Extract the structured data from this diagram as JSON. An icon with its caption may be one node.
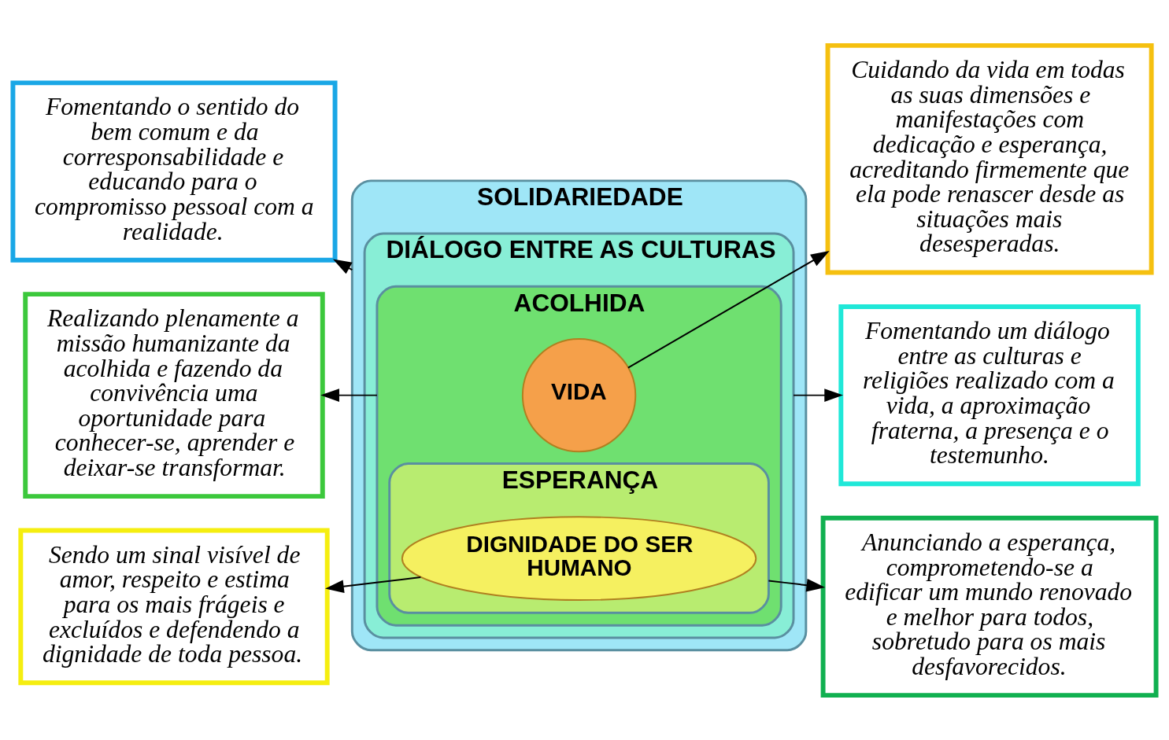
{
  "diagram": {
    "nodes": [
      {
        "text": [
          "Fomentando o sentido do bem comum e da corresponsabilidade e educando para o compromisso pessoal com a realidade."
        ]
      },
      {
        "text": [
          "SOLIDARIEDADE"
        ]
      },
      {
        "text": [
          "DIÁLOGO ENTRE AS CULTURAS"
        ],
        "in": 1
      },
      {
        "text": [
          "ACOLHIDA"
        ],
        "in": 2
      },
      {
        "text": [
          "ESPERANÇA"
        ],
        "in": 3
      },
      {
        "text": [
          "DIGNIDADE DO SER HUMANO"
        ],
        "in": 4
      },
      {
        "text": [
          "VIDA"
        ],
        "in": 3
      },
      {
        "text": [
          "Fomentando um diálogo entre as culturas e religiões realizado com a vida, a aproximação fraterna, a presença e o testemunho."
        ]
      },
      {
        "text": [
          "Realizando plenamente a missão humanizante da acolhida e fazendo da convivência uma oportunidade para conhecer-se, aprender e deixar-se transformar."
        ]
      },
      {
        "text": [
          "Anunciando a esperança, comprometendo-se a edificar um mundo renovado e melhor para todos, sobretudo para os mais desfavorecidos."
        ]
      },
      {
        "text": [
          "Sendo um sinal visível de amor, respeito e estima para os mais frágeis e excluídos e defendendo a dignidade de toda pessoa."
        ]
      },
      {
        "text": [
          "Cuidando da vida em todas as suas dimensões e manifestações com dedicação e esperança, acreditando firmemente que ela pode renascer desde as situações mais desesperadas."
        ]
      }
    ],
    "edges": [
      {
        "from": 1,
        "to": 0,
        "arrow": "to"
      },
      {
        "from": 2,
        "to": 7,
        "arrow": "to"
      },
      {
        "from": 3,
        "to": 8,
        "arrow": "to"
      },
      {
        "from": 4,
        "to": 9,
        "arrow": "to"
      },
      {
        "from": 5,
        "to": 10,
        "arrow": "to"
      },
      {
        "from": 6,
        "to": 11,
        "arrow": "to"
      }
    ]
  }
}
